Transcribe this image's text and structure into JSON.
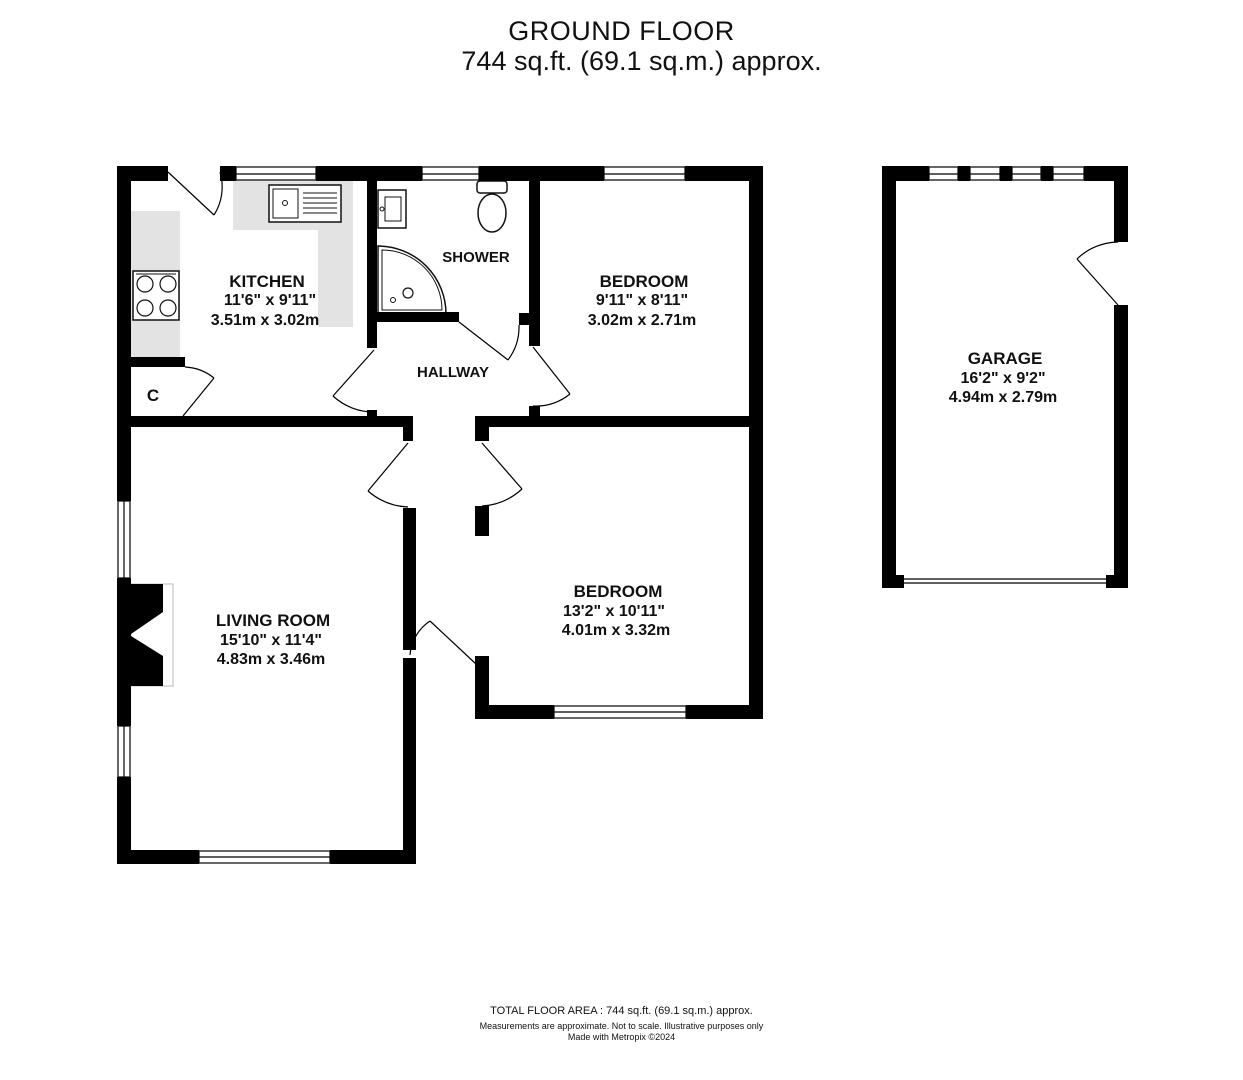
{
  "header": {
    "title": "GROUND FLOOR",
    "subtitle": "744 sq.ft. (69.1 sq.m.) approx."
  },
  "rooms": {
    "kitchen": {
      "name": "KITCHEN",
      "imperial": "11'6\"  x 9'11\"",
      "metric": "3.51m  x 3.02m"
    },
    "shower": {
      "name": "SHOWER"
    },
    "bedroom1": {
      "name": "BEDROOM",
      "imperial": "9'11\"  x 8'11\"",
      "metric": "3.02m  x 2.71m"
    },
    "hallway": {
      "name": "HALLWAY"
    },
    "cupboard": {
      "name": "C"
    },
    "living": {
      "name": "LIVING ROOM",
      "imperial": "15'10\"  x 11'4\"",
      "metric": "4.83m  x 3.46m"
    },
    "bedroom2": {
      "name": "BEDROOM",
      "imperial": "13'2\"  x 10'11\"",
      "metric": "4.01m  x 3.32m"
    },
    "garage": {
      "name": "GARAGE",
      "imperial": "16'2\"  x 9'2\"",
      "metric": "4.94m  x 2.79m"
    }
  },
  "footer": {
    "total": "TOTAL FLOOR AREA : 744 sq.ft. (69.1 sq.m.) approx.",
    "measurements": "Measurements are approximate.  Not to scale.  Illustrative purposes only",
    "made_with": "Made with Metropix ©2024"
  },
  "colors": {
    "wall": "#000000",
    "fixture_fill": "#e3e3e3",
    "background": "#ffffff"
  }
}
